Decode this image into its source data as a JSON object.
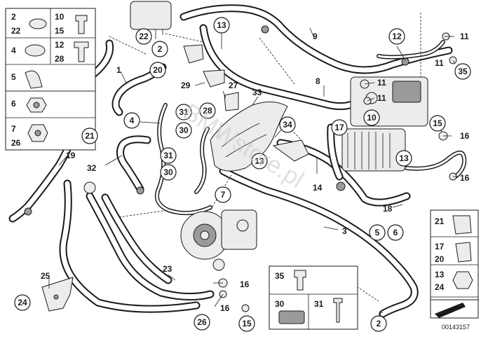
{
  "diagram_number": "00143157",
  "watermark": "BMWstore.pl",
  "callouts": [
    {
      "id": "c22a",
      "label": "22"
    },
    {
      "id": "c2a",
      "label": "2"
    },
    {
      "id": "c13a",
      "label": "13"
    },
    {
      "id": "c12",
      "label": "12"
    },
    {
      "id": "c20",
      "label": "20"
    },
    {
      "id": "c31a",
      "label": "31"
    },
    {
      "id": "c30a",
      "label": "30"
    },
    {
      "id": "c28",
      "label": "28"
    },
    {
      "id": "c34",
      "label": "34"
    },
    {
      "id": "c10",
      "label": "10"
    },
    {
      "id": "c17",
      "label": "17"
    },
    {
      "id": "c15a",
      "label": "15"
    },
    {
      "id": "c21",
      "label": "21"
    },
    {
      "id": "c31b",
      "label": "31"
    },
    {
      "id": "c30b",
      "label": "30"
    },
    {
      "id": "c13b",
      "label": "13"
    },
    {
      "id": "c13c",
      "label": "13"
    },
    {
      "id": "c7",
      "label": "7"
    },
    {
      "id": "c5",
      "label": "5"
    },
    {
      "id": "c6",
      "label": "6"
    },
    {
      "id": "c24",
      "label": "24"
    },
    {
      "id": "c26",
      "label": "26"
    },
    {
      "id": "c15b",
      "label": "15"
    },
    {
      "id": "c2b",
      "label": "2"
    },
    {
      "id": "c35",
      "label": "35"
    },
    {
      "id": "c4",
      "label": "4"
    }
  ],
  "plain_labels": [
    {
      "id": "p9",
      "label": "9"
    },
    {
      "id": "p11a",
      "label": "11"
    },
    {
      "id": "p11b",
      "label": "11"
    },
    {
      "id": "p1",
      "label": "1"
    },
    {
      "id": "p8",
      "label": "8"
    },
    {
      "id": "p11c",
      "label": "11"
    },
    {
      "id": "p11d",
      "label": "11"
    },
    {
      "id": "p29",
      "label": "29"
    },
    {
      "id": "p27",
      "label": "27"
    },
    {
      "id": "p33",
      "label": "33"
    },
    {
      "id": "p16a",
      "label": "16"
    },
    {
      "id": "p19",
      "label": "19"
    },
    {
      "id": "p32",
      "label": "32"
    },
    {
      "id": "p14",
      "label": "14"
    },
    {
      "id": "p16b",
      "label": "16"
    },
    {
      "id": "p18",
      "label": "18"
    },
    {
      "id": "p3",
      "label": "3"
    },
    {
      "id": "p25",
      "label": "25"
    },
    {
      "id": "p23",
      "label": "23"
    },
    {
      "id": "p16c",
      "label": "16"
    },
    {
      "id": "p16d",
      "label": "16"
    }
  ],
  "legend_left": [
    {
      "id": "l1",
      "labels": [
        "2",
        "22"
      ]
    },
    {
      "id": "l2",
      "labels": [
        "10",
        "15"
      ]
    },
    {
      "id": "l3",
      "labels": [
        "4"
      ]
    },
    {
      "id": "l4",
      "labels": [
        "12",
        "28"
      ]
    },
    {
      "id": "l5",
      "labels": [
        "5"
      ]
    },
    {
      "id": "l6",
      "labels": [
        "6"
      ]
    },
    {
      "id": "l7",
      "labels": [
        "7",
        "26"
      ]
    }
  ],
  "legend_right": [
    {
      "id": "r1",
      "labels": [
        "21"
      ]
    },
    {
      "id": "r2",
      "labels": [
        "17",
        "20"
      ]
    },
    {
      "id": "r3",
      "labels": [
        "13",
        "24"
      ]
    }
  ],
  "legend_bottom": [
    {
      "id": "b1",
      "labels": [
        "35"
      ]
    },
    {
      "id": "b2",
      "labels": [
        "30"
      ]
    },
    {
      "id": "b3",
      "labels": [
        "31"
      ]
    }
  ]
}
